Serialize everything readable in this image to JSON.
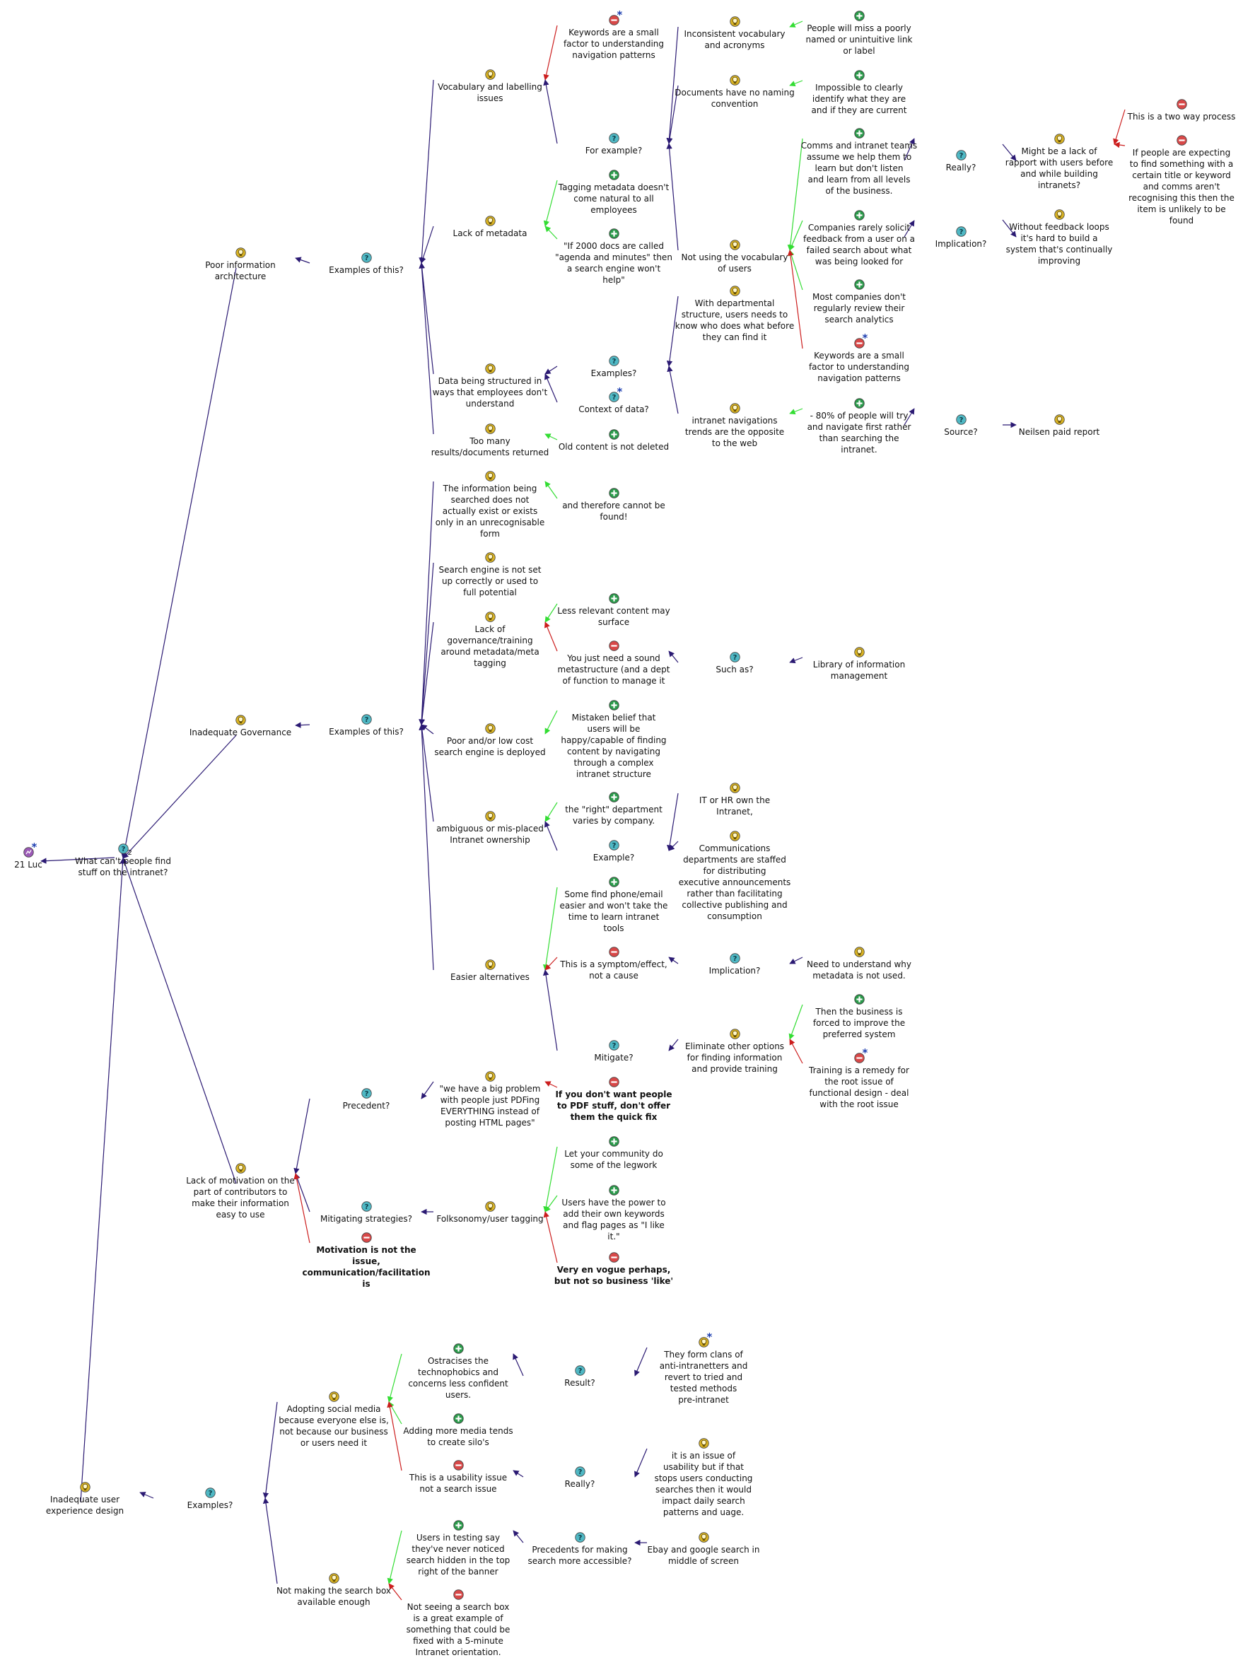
{
  "diagram": {
    "colors": {
      "question_link": "#2b1a73",
      "pro_link": "#33dd33",
      "con_link": "#cc1e1e",
      "question_icon": "#4fb8c4",
      "idea_icon": "#d9b324",
      "pro_icon": "#2a9a4a",
      "con_icon": "#d84848",
      "map_icon": "#9b59b6"
    },
    "nodes": {
      "map": {
        "label": "21 Luc",
        "type": "map"
      },
      "root": {
        "label": "What can't people find\nstuff on the intranet?",
        "type": "question",
        "count": "2"
      },
      "pia": {
        "label": "Poor information\narchitecture",
        "type": "idea"
      },
      "ex1": {
        "label": "Examples of this?",
        "type": "question"
      },
      "vocab": {
        "label": "Vocabulary and labelling\nissues",
        "type": "idea"
      },
      "kw1": {
        "label": "Keywords are a small\nfactor to understanding\nnavigation patterns",
        "type": "con"
      },
      "forex": {
        "label": "For example?",
        "type": "question"
      },
      "incons": {
        "label": "Inconsistent vocabulary\nand acronyms",
        "type": "idea"
      },
      "pmiss": {
        "label": "People will miss a poorly\nnamed or unintuitive link\nor label",
        "type": "pro"
      },
      "docsnn": {
        "label": "Documents have no naming\nconvention",
        "type": "idea"
      },
      "impos": {
        "label": "Impossible to clearly\nidentify what they are\nand if they are current",
        "type": "pro"
      },
      "notvoc": {
        "label": "Not using the vocabulary\nof users",
        "type": "idea"
      },
      "comms": {
        "label": "Comms and intranet teams\nassume we help them to\nlearn but don't listen\nand learn from all levels\nof the business.",
        "type": "pro"
      },
      "really1": {
        "label": "Really?",
        "type": "question"
      },
      "rapport": {
        "label": "Might be a lack of\nrapport with users before\nand while building\nintranets?",
        "type": "idea"
      },
      "twoway": {
        "label": "This is a two way process",
        "type": "con"
      },
      "ifpeople": {
        "label": "If people are expecting\nto find something with a\ncertain title or keyword\nand comms aren't\nrecognising this then the\nitem is unlikely to be\nfound",
        "type": "con"
      },
      "compsol": {
        "label": "Companies rarely solicit\nfeedback from a user on a\nfailed search about what\nwas being looked for",
        "type": "pro"
      },
      "impl1": {
        "label": "Implication?",
        "type": "question"
      },
      "woloops": {
        "label": "Without feedback loops\nit's hard to build a\nsystem that's continually\nimproving",
        "type": "idea"
      },
      "mostcomp": {
        "label": "Most companies don't\nregularly review their\nsearch analytics",
        "type": "pro"
      },
      "kw2": {
        "label": "Keywords are a small\nfactor to understanding\nnavigation patterns",
        "type": "con"
      },
      "lackmeta": {
        "label": "Lack of metadata",
        "type": "idea"
      },
      "tagmeta": {
        "label": "Tagging metadata doesn't\ncome natural to all\nemployees",
        "type": "pro"
      },
      "if2000": {
        "label": "\"If 2000 docs are called\n\"agenda and minutes\" then\na search engine won't\nhelp\"",
        "type": "pro"
      },
      "datastr": {
        "label": "Data being structured in\nways that employees don't\nunderstand",
        "type": "idea"
      },
      "examples1": {
        "label": "Examples?",
        "type": "question"
      },
      "withdept": {
        "label": "With departmental\nstructure, users needs to\nknow who does what before\nthey can find it",
        "type": "idea"
      },
      "intnav": {
        "label": "intranet navigations\ntrends are the opposite\nto the web",
        "type": "idea"
      },
      "pct80": {
        "label": "- 80% of people will try\nand navigate first rather\nthan searching the\nintranet.",
        "type": "pro"
      },
      "source": {
        "label": "Source?",
        "type": "question"
      },
      "neilsen": {
        "label": "Neilsen paid report",
        "type": "idea"
      },
      "context": {
        "label": "Context of data?",
        "type": "question"
      },
      "toomany": {
        "label": "Too many\nresults/documents returned",
        "type": "idea"
      },
      "oldcont": {
        "label": "Old content is not deleted",
        "type": "pro"
      },
      "ig": {
        "label": "Inadequate Governance",
        "type": "idea"
      },
      "ex2": {
        "label": "Examples of this?",
        "type": "question"
      },
      "infonot": {
        "label": "The information being\nsearched does not\nactually exist or exists\nonly in an unrecognisable\nform",
        "type": "idea"
      },
      "therefore": {
        "label": "and therefore cannot be\nfound!",
        "type": "pro"
      },
      "seng": {
        "label": "Search engine is not set\nup correctly or used to\nfull potential",
        "type": "idea"
      },
      "lackgov": {
        "label": "Lack of\ngovernance/training\naround metadata/meta\ntagging",
        "type": "idea"
      },
      "lessrel": {
        "label": "Less relevant content may\nsurface",
        "type": "pro"
      },
      "youjust": {
        "label": "You just need a sound\nmetastructure (and a dept\nof function to manage it",
        "type": "con"
      },
      "suchas": {
        "label": "Such as?",
        "type": "question"
      },
      "library": {
        "label": "Library of information\nmanagement",
        "type": "idea"
      },
      "poorlow": {
        "label": "Poor and/or low cost\nsearch engine is deployed",
        "type": "idea"
      },
      "mistaken": {
        "label": "Mistaken belief that\nusers will be\nhappy/capable of finding\ncontent by navigating\nthrough a complex\nintranet structure",
        "type": "pro"
      },
      "ambig": {
        "label": "ambiguous or mis-placed\nIntranet ownership",
        "type": "idea"
      },
      "right": {
        "label": "the \"right\" department\nvaries by company.",
        "type": "pro"
      },
      "example2": {
        "label": "Example?",
        "type": "question"
      },
      "ithr": {
        "label": "IT or HR own the\nIntranet,",
        "type": "idea"
      },
      "commdep": {
        "label": "Communications\ndepartments are staffed\nfor distributing\nexecutive announcements\nrather than facilitating\ncollective publishing and\nconsumption",
        "type": "idea"
      },
      "easier": {
        "label": "Easier alternatives",
        "type": "idea"
      },
      "somefind": {
        "label": "Some find phone/email\neasier and won't take the\ntime to learn intranet\ntools",
        "type": "pro"
      },
      "symptom": {
        "label": "This is a symptom/effect,\nnot a cause",
        "type": "con"
      },
      "impl2": {
        "label": "Implication?",
        "type": "question"
      },
      "needund": {
        "label": "Need to understand why\nmetadata is not used.",
        "type": "idea"
      },
      "mitigate": {
        "label": "Mitigate?",
        "type": "question"
      },
      "elim": {
        "label": "Eliminate other options\nfor finding information\nand provide training",
        "type": "idea"
      },
      "thenbiz": {
        "label": "Then the business is\nforced to improve the\npreferred system",
        "type": "pro"
      },
      "training": {
        "label": "Training is a remedy for\nthe root issue of\nfunctional design - deal\nwith the root issue",
        "type": "con"
      },
      "lackmot": {
        "label": "Lack of motivation on the\npart of contributors to\nmake their information\neasy to use",
        "type": "idea"
      },
      "precedent": {
        "label": "Precedent?",
        "type": "question"
      },
      "wehave": {
        "label": "\"we have a big problem\nwith people just PDFing\nEVERYTHING instead of\nposting HTML pages\"",
        "type": "idea"
      },
      "ifyou": {
        "label": "If you don't want people\nto PDF stuff, don't offer\nthem the quick fix",
        "type": "con",
        "bold": true
      },
      "mitstrat": {
        "label": "Mitigating strategies?",
        "type": "question"
      },
      "folk": {
        "label": "Folksonomy/user tagging",
        "type": "idea"
      },
      "letcomm": {
        "label": "Let your community do\nsome of the legwork",
        "type": "pro"
      },
      "usershave": {
        "label": "Users have the power to\nadd their own keywords\nand flag pages as \"I like\nit.\"",
        "type": "pro"
      },
      "vogue": {
        "label": "Very en vogue perhaps,\nbut not so business 'like'",
        "type": "con",
        "bold": true
      },
      "motnot": {
        "label": "Motivation is not the\nissue,\ncommunication/facilitation\nis",
        "type": "con",
        "bold": true
      },
      "iued": {
        "label": "Inadequate user\nexperience design",
        "type": "idea"
      },
      "examples3": {
        "label": "Examples?",
        "type": "question"
      },
      "adopting": {
        "label": "Adopting social media\nbecause everyone else is,\nnot because our business\nor users need it",
        "type": "idea"
      },
      "ostr": {
        "label": "Ostracises the\ntechnophobics and\nconcerns less confident\nusers.",
        "type": "pro"
      },
      "result": {
        "label": "Result?",
        "type": "question"
      },
      "clans": {
        "label": "They form clans of\nanti-intranetters and\nrevert to tried and\ntested methods\npre-intranet",
        "type": "idea"
      },
      "addmore": {
        "label": "Adding more media tends\nto create silo's",
        "type": "pro"
      },
      "usab": {
        "label": "This is a usability issue\nnot a search issue",
        "type": "con"
      },
      "really2": {
        "label": "Really?",
        "type": "question"
      },
      "itis": {
        "label": "it is an issue of\nusability but if that\nstops users conducting\nsearches then it would\nimpact daily search\npatterns and uage.",
        "type": "idea"
      },
      "notmaking": {
        "label": "Not making the search box\navailable enough",
        "type": "idea"
      },
      "usersintest": {
        "label": "Users in testing say\nthey've never noticed\nsearch hidden in the top\nright of the banner",
        "type": "pro"
      },
      "precmaking": {
        "label": "Precedents for making\nsearch more accessible?",
        "type": "question"
      },
      "ebay": {
        "label": "Ebay and google search in\nmiddle of screen",
        "type": "idea"
      },
      "notseeing": {
        "label": "Not seeing a search box\nis a great example of\nsomething that could be\nfixed with a 5-minute\nIntranet orientation.",
        "type": "con"
      }
    },
    "links": [
      [
        "root",
        "map",
        "question"
      ],
      [
        "pia",
        "root",
        "question"
      ],
      [
        "ig",
        "root",
        "question"
      ],
      [
        "lackmot",
        "root",
        "question"
      ],
      [
        "iued",
        "root",
        "question"
      ],
      [
        "ex1",
        "pia",
        "question"
      ],
      [
        "vocab",
        "ex1",
        "question"
      ],
      [
        "lackmeta",
        "ex1",
        "question"
      ],
      [
        "datastr",
        "ex1",
        "question"
      ],
      [
        "toomany",
        "ex1",
        "question"
      ],
      [
        "kw1",
        "vocab",
        "con"
      ],
      [
        "forex",
        "vocab",
        "question"
      ],
      [
        "incons",
        "forex",
        "question"
      ],
      [
        "docsnn",
        "forex",
        "question"
      ],
      [
        "notvoc",
        "forex",
        "question"
      ],
      [
        "pmiss",
        "incons",
        "pro"
      ],
      [
        "impos",
        "docsnn",
        "pro"
      ],
      [
        "comms",
        "notvoc",
        "pro"
      ],
      [
        "compsol",
        "notvoc",
        "pro"
      ],
      [
        "mostcomp",
        "notvoc",
        "pro"
      ],
      [
        "kw2",
        "notvoc",
        "con"
      ],
      [
        "really1",
        "comms",
        "question"
      ],
      [
        "rapport",
        "really1",
        "question"
      ],
      [
        "twoway",
        "rapport",
        "con"
      ],
      [
        "ifpeople",
        "rapport",
        "con"
      ],
      [
        "impl1",
        "compsol",
        "question"
      ],
      [
        "woloops",
        "impl1",
        "question"
      ],
      [
        "tagmeta",
        "lackmeta",
        "pro"
      ],
      [
        "if2000",
        "lackmeta",
        "pro"
      ],
      [
        "examples1",
        "datastr",
        "question"
      ],
      [
        "context",
        "datastr",
        "question"
      ],
      [
        "withdept",
        "examples1",
        "question"
      ],
      [
        "intnav",
        "examples1",
        "question"
      ],
      [
        "pct80",
        "intnav",
        "pro"
      ],
      [
        "source",
        "pct80",
        "question"
      ],
      [
        "neilsen",
        "source",
        "question"
      ],
      [
        "oldcont",
        "toomany",
        "pro"
      ],
      [
        "ex2",
        "ig",
        "question"
      ],
      [
        "infonot",
        "ex2",
        "question"
      ],
      [
        "seng",
        "ex2",
        "question"
      ],
      [
        "lackgov",
        "ex2",
        "question"
      ],
      [
        "poorlow",
        "ex2",
        "question"
      ],
      [
        "ambig",
        "ex2",
        "question"
      ],
      [
        "easier",
        "ex2",
        "question"
      ],
      [
        "therefore",
        "infonot",
        "pro"
      ],
      [
        "lessrel",
        "lackgov",
        "pro"
      ],
      [
        "youjust",
        "lackgov",
        "con"
      ],
      [
        "suchas",
        "youjust",
        "question"
      ],
      [
        "library",
        "suchas",
        "question"
      ],
      [
        "mistaken",
        "poorlow",
        "pro"
      ],
      [
        "right",
        "ambig",
        "pro"
      ],
      [
        "example2",
        "ambig",
        "question"
      ],
      [
        "ithr",
        "example2",
        "question"
      ],
      [
        "commdep",
        "example2",
        "question"
      ],
      [
        "somefind",
        "easier",
        "pro"
      ],
      [
        "symptom",
        "easier",
        "con"
      ],
      [
        "impl2",
        "symptom",
        "question"
      ],
      [
        "needund",
        "impl2",
        "question"
      ],
      [
        "mitigate",
        "easier",
        "question"
      ],
      [
        "elim",
        "mitigate",
        "question"
      ],
      [
        "thenbiz",
        "elim",
        "pro"
      ],
      [
        "training",
        "elim",
        "con"
      ],
      [
        "precedent",
        "lackmot",
        "question"
      ],
      [
        "wehave",
        "precedent",
        "question"
      ],
      [
        "ifyou",
        "wehave",
        "con"
      ],
      [
        "mitstrat",
        "lackmot",
        "question"
      ],
      [
        "folk",
        "mitstrat",
        "question"
      ],
      [
        "letcomm",
        "folk",
        "pro"
      ],
      [
        "usershave",
        "folk",
        "pro"
      ],
      [
        "vogue",
        "folk",
        "con"
      ],
      [
        "motnot",
        "lackmot",
        "con"
      ],
      [
        "examples3",
        "iued",
        "question"
      ],
      [
        "adopting",
        "examples3",
        "question"
      ],
      [
        "notmaking",
        "examples3",
        "question"
      ],
      [
        "ostr",
        "adopting",
        "pro"
      ],
      [
        "result",
        "ostr",
        "question"
      ],
      [
        "clans",
        "result",
        "question"
      ],
      [
        "addmore",
        "adopting",
        "pro"
      ],
      [
        "usab",
        "adopting",
        "con"
      ],
      [
        "really2",
        "usab",
        "question"
      ],
      [
        "itis",
        "really2",
        "question"
      ],
      [
        "usersintest",
        "notmaking",
        "pro"
      ],
      [
        "precmaking",
        "usersintest",
        "question"
      ],
      [
        "ebay",
        "precmaking",
        "question"
      ],
      [
        "notseeing",
        "notmaking",
        "con"
      ]
    ]
  }
}
